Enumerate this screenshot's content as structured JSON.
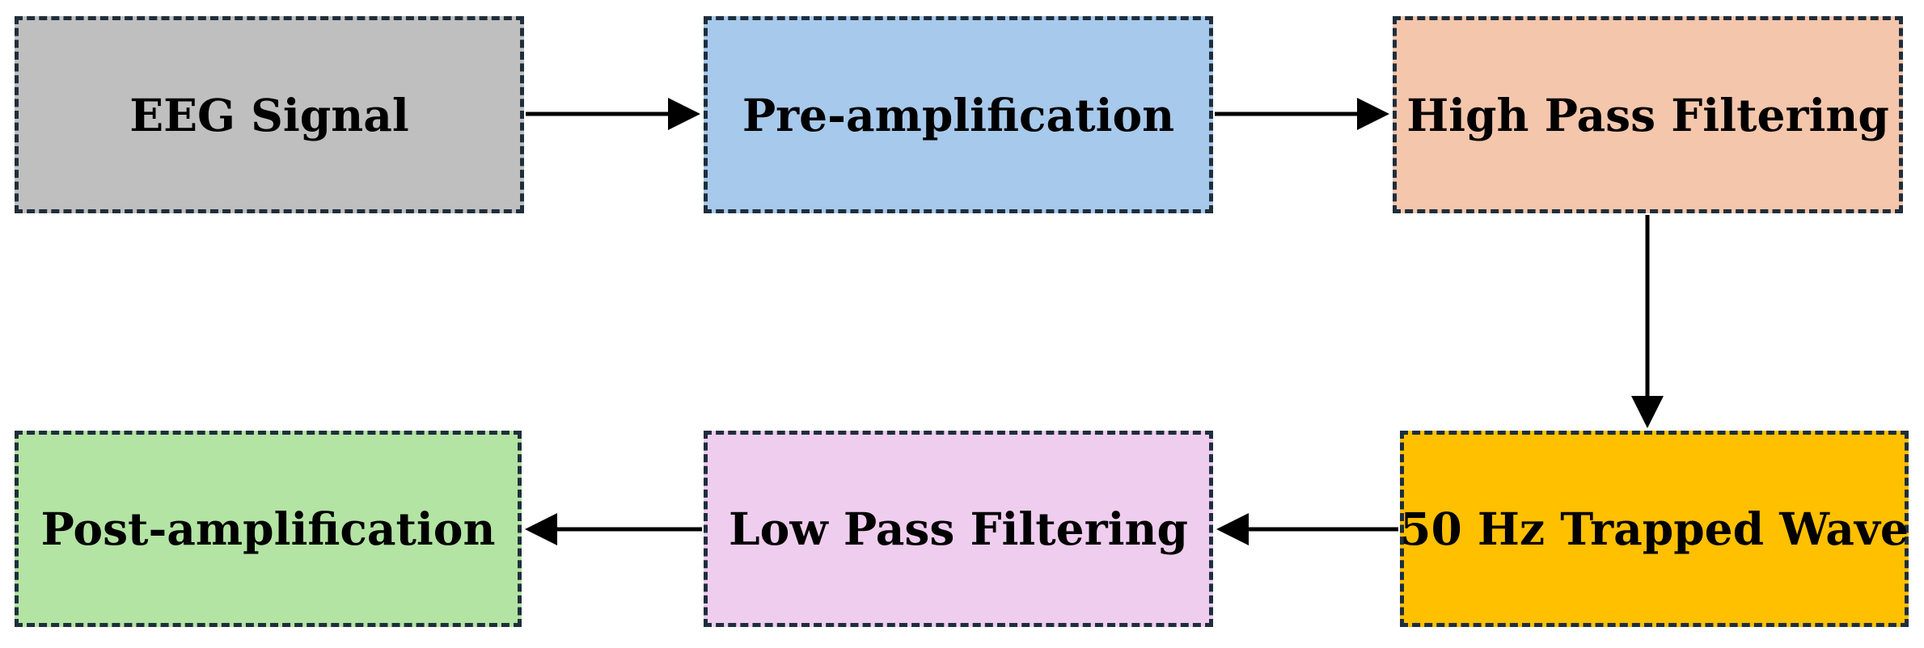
{
  "colors": {
    "eeg_signal": "#bfbfbf",
    "pre_amplification": "#a7c9eb",
    "high_pass_filtering": "#f4c6ac",
    "notch": "#ffc000",
    "low_pass_filtering": "#efcdee",
    "post_amplification": "#b3e4a3",
    "border": "#1f2e3c",
    "arrow": "#000000"
  },
  "nodes": {
    "eeg_signal": "EEG Signal",
    "pre_amplification": "Pre-amplification",
    "high_pass_filtering": "High Pass Filtering",
    "notch": "50 Hz Trapped Wave",
    "low_pass_filtering": "Low Pass Filtering",
    "post_amplification": "Post-amplification"
  },
  "edges": [
    {
      "from": "eeg_signal",
      "to": "pre_amplification"
    },
    {
      "from": "pre_amplification",
      "to": "high_pass_filtering"
    },
    {
      "from": "high_pass_filtering",
      "to": "notch"
    },
    {
      "from": "notch",
      "to": "low_pass_filtering"
    },
    {
      "from": "low_pass_filtering",
      "to": "post_amplification"
    }
  ]
}
